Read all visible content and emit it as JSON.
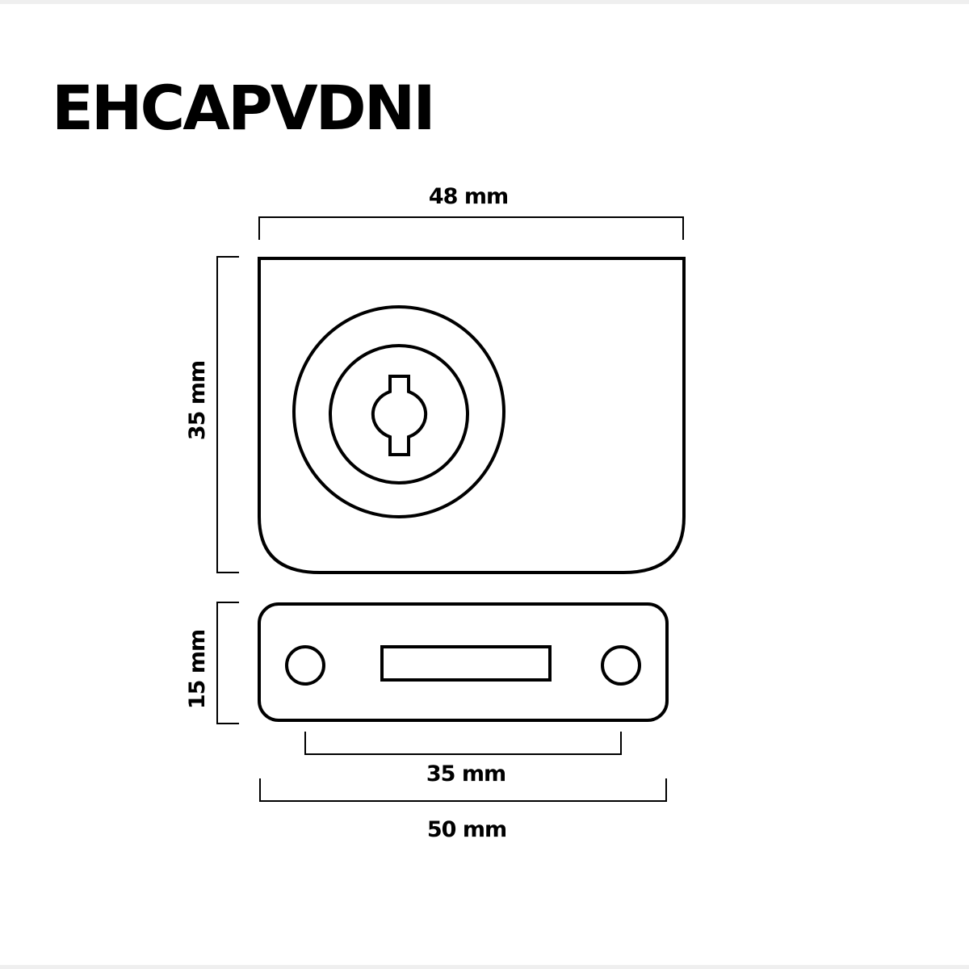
{
  "title": "EHCAPVDNI",
  "dimensions": {
    "top_width": "48 mm",
    "top_height": "35 mm",
    "bottom_height": "15 mm",
    "hole_spacing": "35 mm",
    "bottom_width": "50 mm"
  },
  "colors": {
    "stroke": "#000000",
    "band": "#efefef"
  }
}
